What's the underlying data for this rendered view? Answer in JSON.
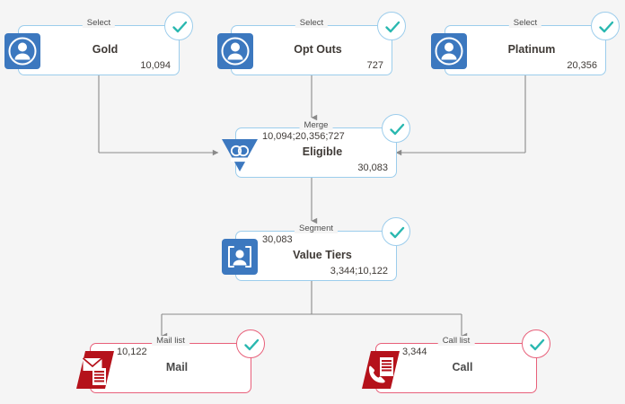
{
  "canvas": {
    "background": "#f5f5f5",
    "accent_blue": "#9ccdec",
    "accent_red": "#e8607a",
    "icon_blue": "#3c78bf",
    "icon_red": "#b5121b",
    "check_teal": "#2ab8b0"
  },
  "nodes": [
    {
      "id": "gold",
      "type_label": "Select",
      "title": "Gold",
      "count_in": "",
      "count_out": "10,094",
      "icon": "person-icon",
      "status": "check-icon",
      "color": "blue"
    },
    {
      "id": "opt-outs",
      "type_label": "Select",
      "title": "Opt Outs",
      "count_in": "",
      "count_out": "727",
      "icon": "person-icon",
      "status": "check-icon",
      "color": "blue"
    },
    {
      "id": "platinum",
      "type_label": "Select",
      "title": "Platinum",
      "count_in": "",
      "count_out": "20,356",
      "icon": "person-icon",
      "status": "check-icon",
      "color": "blue"
    },
    {
      "id": "eligible",
      "type_label": "Merge",
      "title": "Eligible",
      "count_in": "10,094;20,356;727",
      "count_out": "30,083",
      "icon": "funnel-merge-icon",
      "status": "check-icon",
      "color": "blue"
    },
    {
      "id": "value-tiers",
      "type_label": "Segment",
      "title": "Value Tiers",
      "count_in": "30,083",
      "count_out": "3,344;10,122",
      "icon": "segment-person-icon",
      "status": "check-icon",
      "color": "blue"
    },
    {
      "id": "mail",
      "type_label": "Mail list",
      "title": "Mail",
      "count_in": "10,122",
      "count_out": "",
      "icon": "envelope-icon",
      "status": "check-icon",
      "color": "red"
    },
    {
      "id": "call",
      "type_label": "Call list",
      "title": "Call",
      "count_in": "3,344",
      "count_out": "",
      "icon": "phone-icon",
      "status": "check-icon",
      "color": "red"
    }
  ]
}
